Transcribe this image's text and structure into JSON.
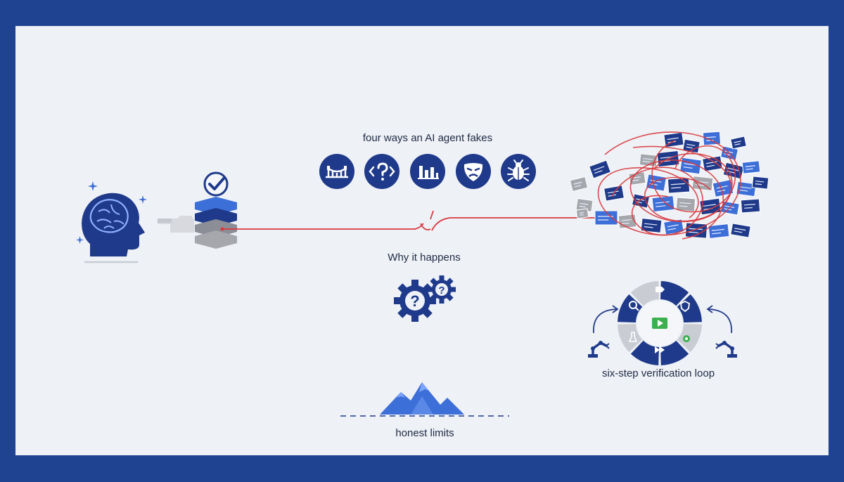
{
  "colors": {
    "frame": "#1f4391",
    "panel": "#eef1f6",
    "navy": "#1f3a8a",
    "blue": "#3d6fd8",
    "gray": "#a5a7ad",
    "red": "#d8393d",
    "green": "#3bb04f"
  },
  "sections": {
    "fakes_title": "four ways an AI agent fakes",
    "why_title": "Why it happens",
    "loop_title": "six-step verification loop",
    "limits_title": "honest limits"
  },
  "icons": {
    "fake_ways": [
      "bridge-icon",
      "code-question-icon",
      "bar-chart-icon",
      "drama-mask-icon",
      "bug-icon"
    ],
    "agent": "brain-head-icon",
    "loop": [
      "search-icon",
      "tag-icon",
      "shield-icon",
      "gear-icon",
      "fast-forward-icon",
      "flask-icon",
      "play-icon"
    ]
  }
}
